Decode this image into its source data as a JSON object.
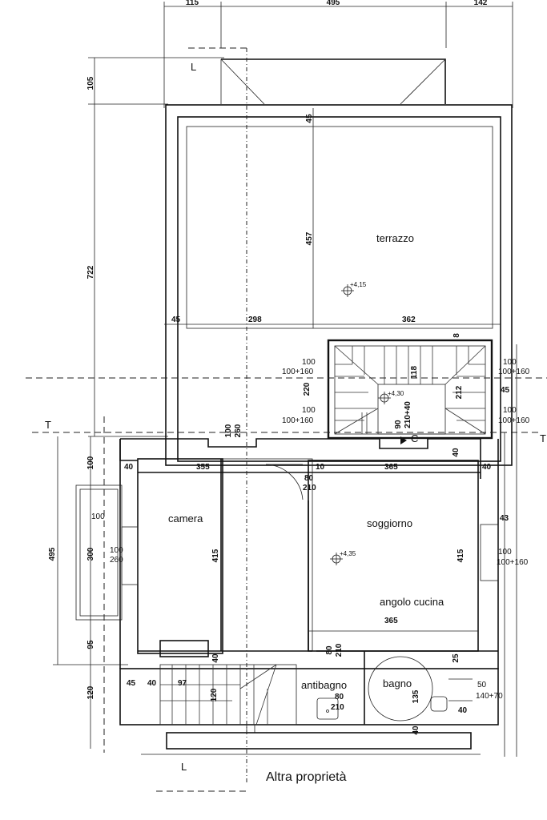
{
  "dims_top": [
    "115",
    "495",
    "142"
  ],
  "dims_left": [
    "105",
    "722",
    "495",
    "100",
    "300",
    "95",
    "120"
  ],
  "dims_inner": [
    "45",
    "457",
    "45",
    "298",
    "362",
    "8",
    "118",
    "220",
    "212",
    "45",
    "90",
    "210+40",
    "100",
    "260",
    "355",
    "10",
    "365",
    "40",
    "40",
    "80",
    "210",
    "415",
    "415",
    "365",
    "80",
    "210",
    "40",
    "25",
    "45",
    "40",
    "97",
    "120",
    "80",
    "210",
    "135",
    "40",
    "40",
    "43",
    "40"
  ],
  "window_labels": {
    "w1_a": "100",
    "w1_b": "100+160",
    "w2_a": "100",
    "w2_b": "100+160",
    "w3_a": "100",
    "w3_b": "100+160",
    "w4_a": "100",
    "w4_b": "100+160",
    "w5_a": "100",
    "w5_b": "100+160",
    "w6_a": "100",
    "w6_b": "260",
    "w7_a": "100",
    "w8_a": "50",
    "w8_b": "140+70"
  },
  "levels": {
    "terrazzo": "+4,15",
    "stair": "+4,30",
    "soggiorno": "+4,35"
  },
  "rooms": {
    "terrazzo": "terrazzo",
    "camera": "camera",
    "soggiorno": "soggiorno",
    "angolo_cucina": "angolo cucina",
    "antibagno": "antibagno",
    "bagno": "bagno"
  },
  "section_marks": {
    "c": "C",
    "l1": "L",
    "l2": "L",
    "t1": "T",
    "t2": "T"
  },
  "note": "Altra proprietà"
}
